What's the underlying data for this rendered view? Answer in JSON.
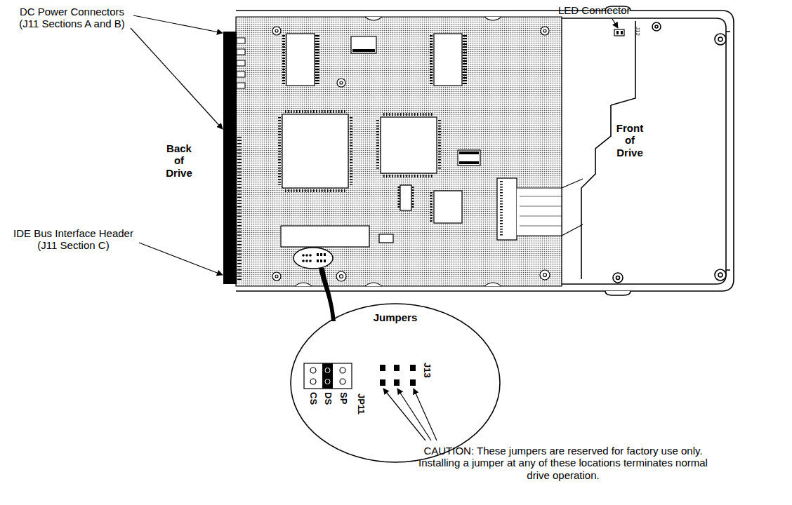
{
  "diagram": {
    "nodes": [
      {
        "text": [
          "Jumpers"
        ]
      }
    ],
    "labels": [
      "DC Power Connectors (J11 Sections A and B)",
      "LED Connector",
      "J12",
      "Back of Drive",
      "Front of Drive",
      "IDE Bus Interface Header (J11 Section C)",
      "CS",
      "DS",
      "SP",
      "JP11",
      "J13",
      "CAUTION: These jumpers are reserved for factory use only. Installing a jumper at any of these locations terminates normal drive operation."
    ]
  }
}
